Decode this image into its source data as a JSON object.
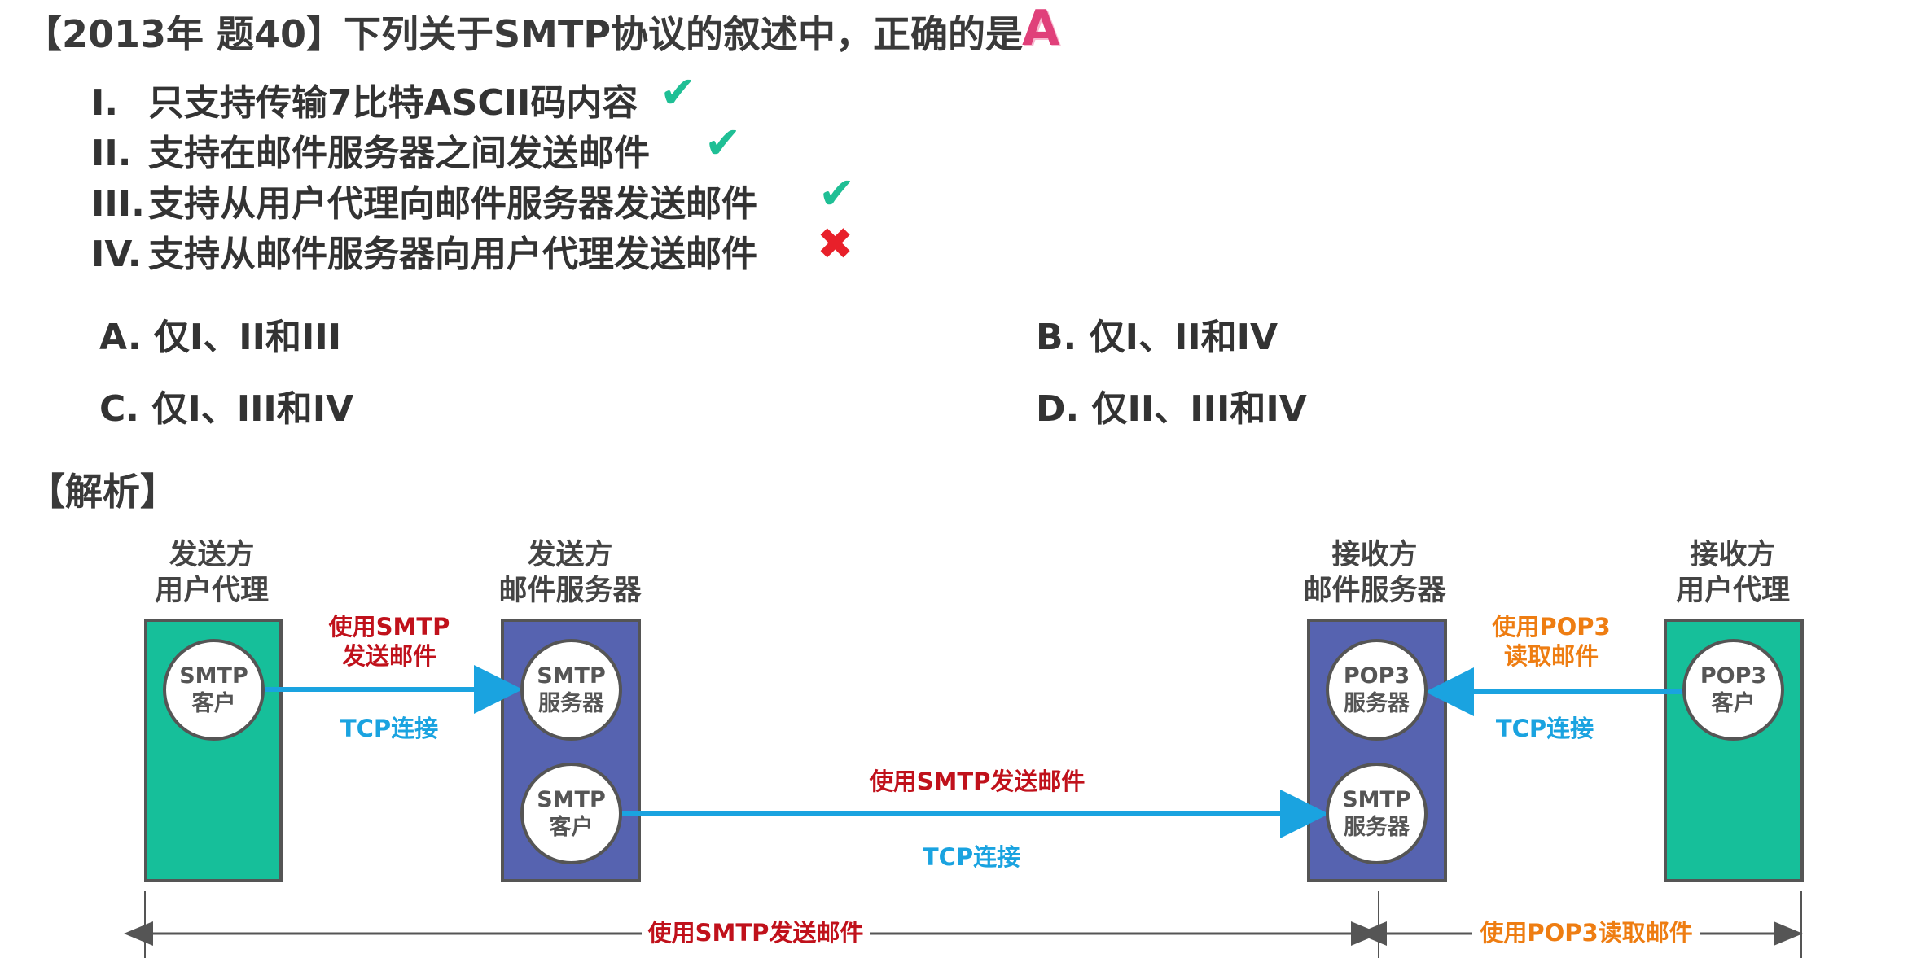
{
  "question": {
    "title": "【2013年 题40】下列关于SMTP协议的叙述中，正确的是",
    "answer": "A"
  },
  "statements": [
    {
      "num": "I.",
      "text": "只支持传输7比特ASCII码内容",
      "mark": "✔"
    },
    {
      "num": "II.",
      "text": "支持在邮件服务器之间发送邮件",
      "mark": "✔"
    },
    {
      "num": "III.",
      "text": "支持从用户代理向邮件服务器发送邮件",
      "mark": "✔"
    },
    {
      "num": "IV.",
      "text": "支持从邮件服务器向用户代理发送邮件",
      "mark": "✖"
    }
  ],
  "options": {
    "a": "A. 仅I、II和III",
    "b": "B. 仅I、II和IV",
    "c": "C. 仅I、III和IV",
    "d": "D. 仅II、III和IV"
  },
  "analysis_label": "【解析】",
  "diagram": {
    "nodes": {
      "sender_ua": {
        "line1": "发送方",
        "line2": "用户代理"
      },
      "sender_ms": {
        "line1": "发送方",
        "line2": "邮件服务器"
      },
      "receiver_ms": {
        "line1": "接收方",
        "line2": "邮件服务器"
      },
      "receiver_ua": {
        "line1": "接收方",
        "line2": "用户代理"
      }
    },
    "circles": {
      "smtp_client_1": {
        "line1": "SMTP",
        "line2": "客户"
      },
      "smtp_server_1": {
        "line1": "SMTP",
        "line2": "服务器"
      },
      "smtp_client_2": {
        "line1": "SMTP",
        "line2": "客户"
      },
      "pop3_server": {
        "line1": "POP3",
        "line2": "服务器"
      },
      "smtp_server_2": {
        "line1": "SMTP",
        "line2": "服务器"
      },
      "pop3_client": {
        "line1": "POP3",
        "line2": "客户"
      }
    },
    "edges": {
      "e1_line1": "使用SMTP",
      "e1_line2": "发送邮件",
      "e1_conn": "TCP连接",
      "e2_label": "使用SMTP发送邮件",
      "e2_conn": "TCP连接",
      "e3_line1": "使用POP3",
      "e3_line2": "读取邮件",
      "e3_conn": "TCP连接"
    },
    "spans": {
      "smtp_span": "使用SMTP发送邮件",
      "pop3_span": "使用POP3读取邮件"
    },
    "colors": {
      "user_agent_box": "#16bf9a",
      "mail_server_box": "#5663b0",
      "arrow": "#1aa3e0",
      "smtp_text": "#c0111b",
      "pop3_text": "#ee7d12",
      "correct_mark": "#1fbf95",
      "wrong_mark": "#e8202a"
    }
  }
}
